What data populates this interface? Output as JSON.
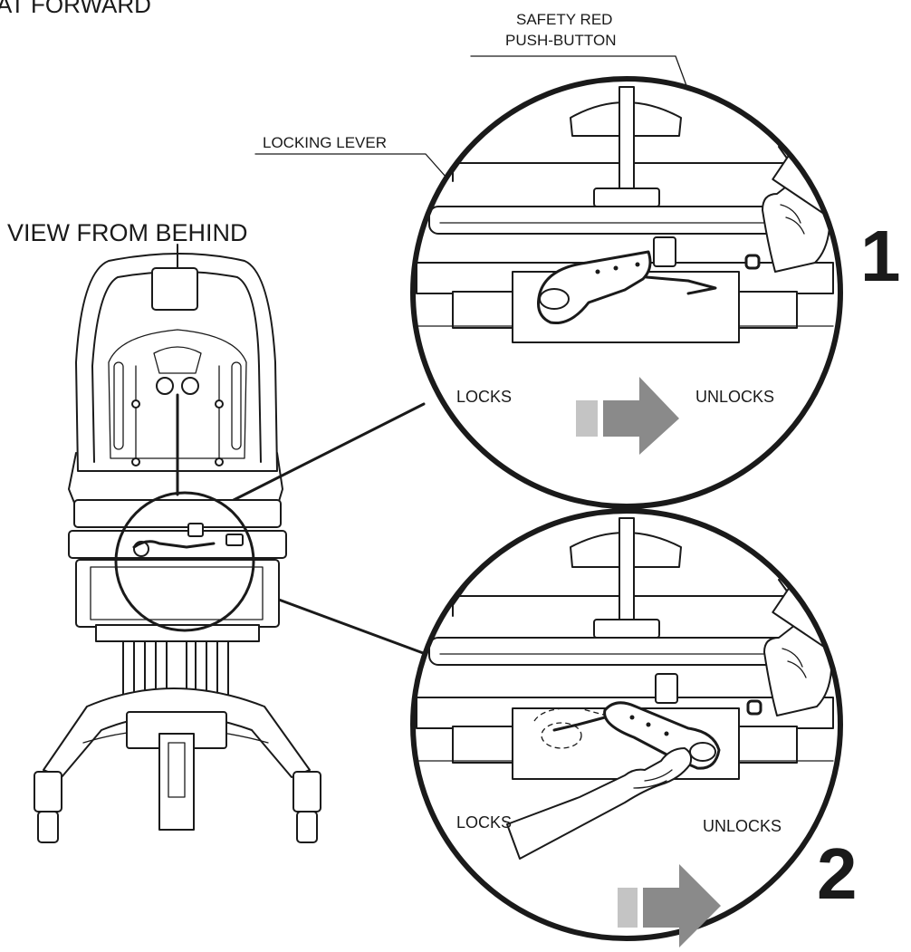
{
  "labels": {
    "top_cut": "AT FORWARD",
    "view_from_behind": "VIEW FROM BEHIND",
    "safety_red_line1": "SAFETY RED",
    "safety_red_line2": "PUSH-BUTTON",
    "locking_lever": "LOCKING LEVER"
  },
  "detail_1": {
    "step": "1",
    "left_label": "LOCKS",
    "right_label": "UNLOCKS"
  },
  "detail_2": {
    "step": "2",
    "left_label": "LOCKS",
    "right_label": "UNLOCKS"
  },
  "colors": {
    "ink": "#1a1a1a",
    "arrow_light": "#c4c4c4",
    "arrow_dark": "#8a8a8a",
    "background": "#ffffff"
  }
}
